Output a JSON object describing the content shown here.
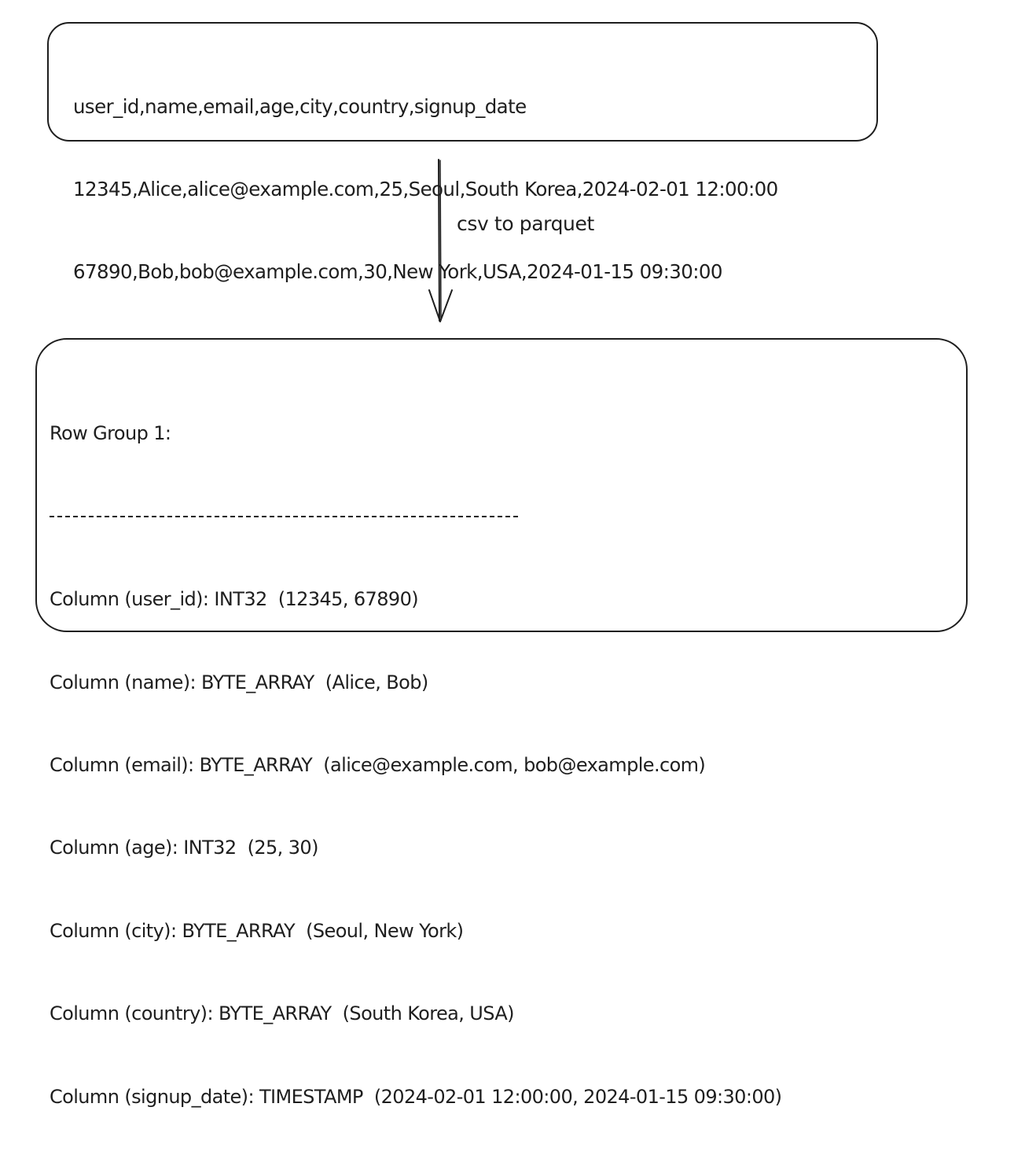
{
  "csv": {
    "lines": [
      "user_id,name,email,age,city,country,signup_date",
      "12345,Alice,alice@example.com,25,Seoul,South Korea,2024-02-01 12:00:00",
      "67890,Bob,bob@example.com,30,New York,USA,2024-01-15 09:30:00"
    ]
  },
  "arrow": {
    "label": "csv to parquet"
  },
  "parquet": {
    "title": "Row Group 1:",
    "separator": "------------------------------------------------------------------",
    "columns": [
      "Column (user_id): INT32  (12345, 67890)",
      "Column (name): BYTE_ARRAY  (Alice, Bob)",
      "Column (email): BYTE_ARRAY  (alice@example.com, bob@example.com)",
      "Column (age): INT32  (25, 30)",
      "Column (city): BYTE_ARRAY  (Seoul, New York)",
      "Column (country): BYTE_ARRAY  (South Korea, USA)",
      "Column (signup_date): TIMESTAMP  (2024-02-01 12:00:00, 2024-01-15 09:30:00)"
    ]
  }
}
